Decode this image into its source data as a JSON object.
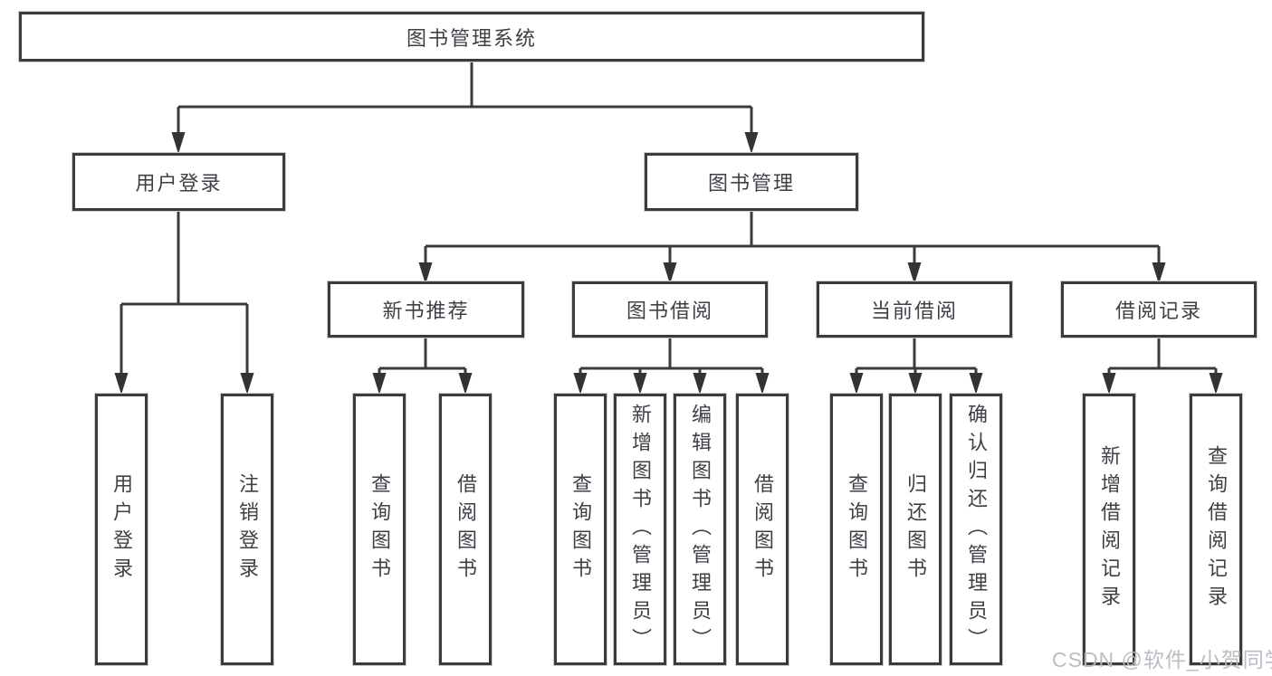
{
  "colors": {
    "line": "#3b3b3b",
    "box_border": "#3b3b3b",
    "text": "#3f3f46",
    "background": "#ffffff",
    "watermark": "#b6bbc1"
  },
  "watermark": {
    "text": "CSDN @软件_小贺同学"
  },
  "tree": {
    "label": "图书管理系统",
    "children": [
      {
        "label": "用户登录",
        "children": [
          {
            "label": "用户登录"
          },
          {
            "label": "注销登录"
          }
        ]
      },
      {
        "label": "图书管理",
        "children": [
          {
            "label": "新书推荐",
            "children": [
              {
                "label": "查询图书"
              },
              {
                "label": "借阅图书"
              }
            ]
          },
          {
            "label": "图书借阅",
            "children": [
              {
                "label": "查询图书"
              },
              {
                "label": "新增图书（管理员）"
              },
              {
                "label": "编辑图书（管理员）"
              },
              {
                "label": "借阅图书"
              }
            ]
          },
          {
            "label": "当前借阅",
            "children": [
              {
                "label": "查询图书"
              },
              {
                "label": "归还图书"
              },
              {
                "label": "确认归还（管理员）"
              }
            ]
          },
          {
            "label": "借阅记录",
            "children": [
              {
                "label": "新增借阅记录"
              },
              {
                "label": "查询借阅记录"
              }
            ]
          }
        ]
      }
    ]
  }
}
